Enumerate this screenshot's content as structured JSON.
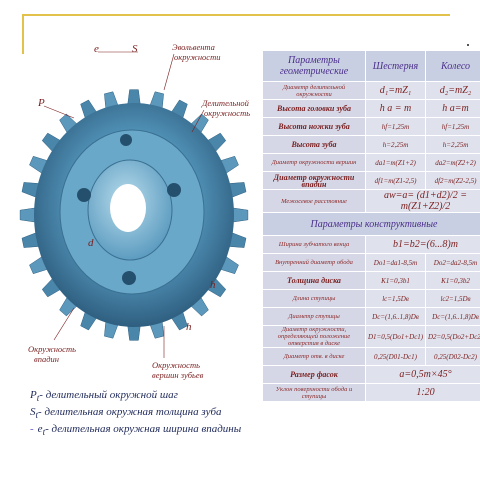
{
  "diagram": {
    "labels": {
      "evolvent": "Эвольвента",
      "evolvent2": "окружности",
      "pitch_circle": "Делительной",
      "pitch_circle2": "окружность",
      "root_circle": "Окружность",
      "root_circle2": "впадин",
      "tip_circle": "Окружность",
      "tip_circle2": "вершин зубьев"
    },
    "symbols": {
      "e": "e",
      "s": "S",
      "p": "P",
      "h": "h",
      "ha": "h",
      "d": "d"
    }
  },
  "legend": [
    {
      "sym": "P",
      "sub": "t",
      "text": "- делительный окружной шаг"
    },
    {
      "sym": "S",
      "sub": "t",
      "text": "- делительная окружная толщина зуба"
    },
    {
      "sym": "e",
      "sub": "t",
      "text": "- делительная окружная ширина впадины",
      "bullet": "-"
    }
  ],
  "table": {
    "header": {
      "param": "Параметры геометрические",
      "gear": "Шестерня",
      "wheel": "Колесо"
    },
    "rows": [
      {
        "name": "Диаметр делительной окружности",
        "gear": "d₁=mZ₁",
        "wheel": "d₂=mZ₂",
        "big": true
      },
      {
        "name": "Высота головки зуба",
        "gear": "h a = m",
        "wheel": "h a=m",
        "bold": true,
        "big": true
      },
      {
        "name": "Высота ножки зуба",
        "gear": "hf=1,25m",
        "wheel": "hf=1,25m",
        "bold": true
      },
      {
        "name": "Высота зуба",
        "gear": "h=2,25m",
        "wheel": "h=2,25m",
        "bold": true
      },
      {
        "name": "Диаметр окружности вершин",
        "gear": "da1=m(Z1+2)",
        "wheel": "da2=m(Z2+2)"
      },
      {
        "name": "Диаметр окружности впадин",
        "gear": "df1=m(Z1-2,5)",
        "wheel": "df2=m(Z2-2,5)",
        "bold": true
      },
      {
        "name": "Межосевое расстояние",
        "gear": "aw=a= (d1+d2)/2 = m(Z1+Z2)/2",
        "span": true
      }
    ],
    "section2": "Параметры конструктивные",
    "rows2": [
      {
        "name": "Ширина зубчатого венца",
        "gear": "b1=b2=(6...8)m",
        "span": true
      },
      {
        "name": "Внутренний диаметр обода",
        "gear": "Dо1=da1-8,5m",
        "wheel": "Dо2=da2-8,5m"
      },
      {
        "name": "Толщина диска",
        "gear": "K1=0,3b1",
        "wheel": "K1=0,3b2",
        "bold": true
      },
      {
        "name": "Длина ступицы",
        "gear": "lc=1,5Dв",
        "wheel": "lc2=1,5Dв"
      },
      {
        "name": "Диаметр ступицы",
        "gear": "Dc=(1,6..1,8)Dв",
        "wheel": "Dc=(1,6..1,8)Dв"
      },
      {
        "name": "Диаметр окружности, определяющей положение отверстия в диске",
        "gear": "D1=0,5(Dо1+Dc1)",
        "wheel": "D2=0,5(Dо2+Dc2)"
      },
      {
        "name": "Диаметр отв. в диске",
        "gear": "0,25(D01-Dc1)",
        "wheel": "0,25(D02-Dc2)"
      },
      {
        "name": "Размер фасок",
        "gear": "a=0,5m×45°",
        "span": true,
        "bold": true
      },
      {
        "name": "Уклон поверхности обода и ступицы",
        "gear": "1:20",
        "span": true
      }
    ]
  }
}
